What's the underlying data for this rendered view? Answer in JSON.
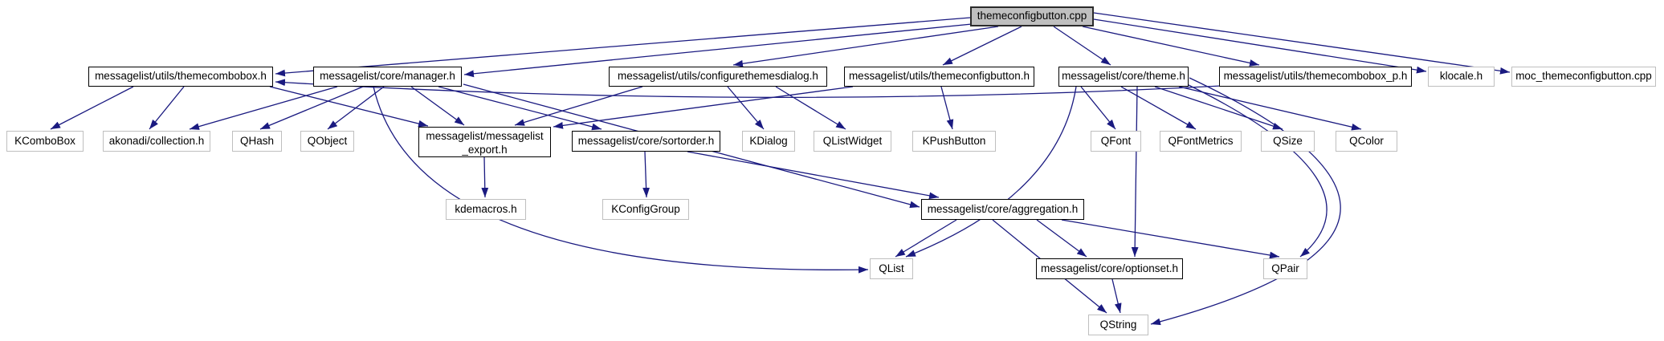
{
  "diagram": {
    "name": "include-dependency-graph",
    "root_label": "themeconfigbutton.cpp",
    "edge_color": "#1a1a80",
    "root_fill": "#bfbfbf",
    "internal_border_color": "#000000",
    "external_border_color": "#bfbfbf",
    "nodes": [
      {
        "id": "cpp",
        "label": "themeconfigbutton.cpp",
        "type": "root"
      },
      {
        "id": "themecombobox",
        "label": "messagelist/utils/themecombobox.h",
        "type": "internal"
      },
      {
        "id": "manager",
        "label": "messagelist/core/manager.h",
        "type": "internal"
      },
      {
        "id": "configdialog",
        "label": "messagelist/utils/configurethemesdialog.h",
        "type": "internal"
      },
      {
        "id": "configbutton",
        "label": "messagelist/utils/themeconfigbutton.h",
        "type": "internal"
      },
      {
        "id": "theme",
        "label": "messagelist/core/theme.h",
        "type": "internal"
      },
      {
        "id": "themecombobox_p",
        "label": "messagelist/utils/themecombobox_p.h",
        "type": "internal"
      },
      {
        "id": "klocale",
        "label": "klocale.h",
        "type": "external"
      },
      {
        "id": "moc",
        "label": "moc_themeconfigbutton.cpp",
        "type": "external"
      },
      {
        "id": "kcombobox",
        "label": "KComboBox",
        "type": "external"
      },
      {
        "id": "collection",
        "label": "akonadi/collection.h",
        "type": "external"
      },
      {
        "id": "qhash",
        "label": "QHash",
        "type": "external"
      },
      {
        "id": "qobject",
        "label": "QObject",
        "type": "external"
      },
      {
        "id": "export",
        "label": "messagelist/messagelist_export.h",
        "type": "internal",
        "lines": [
          "messagelist/messagelist",
          "_export.h"
        ]
      },
      {
        "id": "sortorder",
        "label": "messagelist/core/sortorder.h",
        "type": "internal"
      },
      {
        "id": "kdialog",
        "label": "KDialog",
        "type": "external"
      },
      {
        "id": "qlistwidget",
        "label": "QListWidget",
        "type": "external"
      },
      {
        "id": "kpushbutton",
        "label": "KPushButton",
        "type": "external"
      },
      {
        "id": "qfont",
        "label": "QFont",
        "type": "external"
      },
      {
        "id": "qfontmetrics",
        "label": "QFontMetrics",
        "type": "external"
      },
      {
        "id": "qsize",
        "label": "QSize",
        "type": "external"
      },
      {
        "id": "qcolor",
        "label": "QColor",
        "type": "external"
      },
      {
        "id": "kdemacros",
        "label": "kdemacros.h",
        "type": "external"
      },
      {
        "id": "kconfiggroup",
        "label": "KConfigGroup",
        "type": "external"
      },
      {
        "id": "aggregation",
        "label": "messagelist/core/aggregation.h",
        "type": "internal"
      },
      {
        "id": "qlist",
        "label": "QList",
        "type": "external"
      },
      {
        "id": "optionset",
        "label": "messagelist/core/optionset.h",
        "type": "internal"
      },
      {
        "id": "qpair",
        "label": "QPair",
        "type": "external"
      },
      {
        "id": "qstring",
        "label": "QString",
        "type": "external"
      }
    ],
    "edges": [
      {
        "from": "cpp",
        "to": "themecombobox"
      },
      {
        "from": "cpp",
        "to": "manager"
      },
      {
        "from": "cpp",
        "to": "configdialog"
      },
      {
        "from": "cpp",
        "to": "configbutton"
      },
      {
        "from": "cpp",
        "to": "theme"
      },
      {
        "from": "cpp",
        "to": "themecombobox_p"
      },
      {
        "from": "cpp",
        "to": "klocale"
      },
      {
        "from": "cpp",
        "to": "moc"
      },
      {
        "from": "themecombobox",
        "to": "kcombobox"
      },
      {
        "from": "themecombobox",
        "to": "collection"
      },
      {
        "from": "themecombobox",
        "to": "export"
      },
      {
        "from": "manager",
        "to": "collection"
      },
      {
        "from": "manager",
        "to": "qhash"
      },
      {
        "from": "manager",
        "to": "qobject"
      },
      {
        "from": "manager",
        "to": "export"
      },
      {
        "from": "manager",
        "to": "sortorder"
      },
      {
        "from": "manager",
        "to": "aggregation"
      },
      {
        "from": "manager",
        "to": "qlist"
      },
      {
        "from": "configdialog",
        "to": "export"
      },
      {
        "from": "configdialog",
        "to": "kdialog"
      },
      {
        "from": "configdialog",
        "to": "qlistwidget"
      },
      {
        "from": "configbutton",
        "to": "export"
      },
      {
        "from": "configbutton",
        "to": "kpushbutton"
      },
      {
        "from": "theme",
        "to": "qfont"
      },
      {
        "from": "theme",
        "to": "qfontmetrics"
      },
      {
        "from": "theme",
        "to": "qsize"
      },
      {
        "from": "theme",
        "to": "qcolor"
      },
      {
        "from": "theme",
        "to": "qpair"
      },
      {
        "from": "theme",
        "to": "qstring"
      },
      {
        "from": "theme",
        "to": "qlist"
      },
      {
        "from": "theme",
        "to": "optionset"
      },
      {
        "from": "themecombobox_p",
        "to": "themecombobox"
      },
      {
        "from": "export",
        "to": "kdemacros"
      },
      {
        "from": "sortorder",
        "to": "kconfiggroup"
      },
      {
        "from": "sortorder",
        "to": "aggregation"
      },
      {
        "from": "aggregation",
        "to": "qlist"
      },
      {
        "from": "aggregation",
        "to": "qpair"
      },
      {
        "from": "aggregation",
        "to": "qstring"
      },
      {
        "from": "aggregation",
        "to": "optionset"
      },
      {
        "from": "optionset",
        "to": "qstring"
      }
    ]
  }
}
